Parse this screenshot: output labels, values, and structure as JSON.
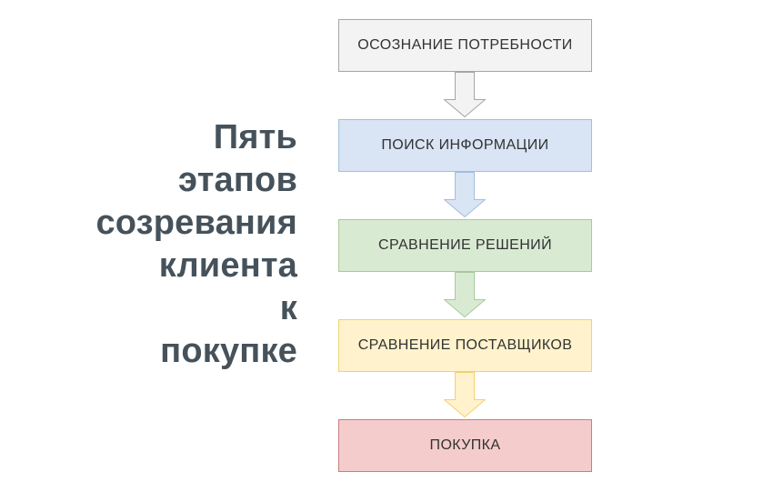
{
  "canvas": {
    "background": "#ffffff"
  },
  "title": {
    "lines": [
      "Пять",
      "этапов",
      "созревания",
      "клиента",
      "к",
      "покупке"
    ],
    "color": "#46525b"
  },
  "flowchart": {
    "label_color": "#323232",
    "connector_icon": "down-arrow",
    "stages": [
      {
        "label": "ОСОЗНАНИЕ ПОТРЕБНОСТИ",
        "fill": "#f3f3f3",
        "border": "#a6a6a6"
      },
      {
        "label": "ПОИСК ИНФОРМАЦИИ",
        "fill": "#d9e4f4",
        "border": "#a3bfdf"
      },
      {
        "label": "СРАВНЕНИЕ РЕШЕНИЙ",
        "fill": "#d9ead3",
        "border": "#a9ca9c"
      },
      {
        "label": "СРАВНЕНИЕ ПОСТАВЩИКОВ",
        "fill": "#fff2cc",
        "border": "#f2d272"
      },
      {
        "label": "ПОКУПКА",
        "fill": "#f4cccc",
        "border": "#ca7d7d"
      }
    ]
  }
}
